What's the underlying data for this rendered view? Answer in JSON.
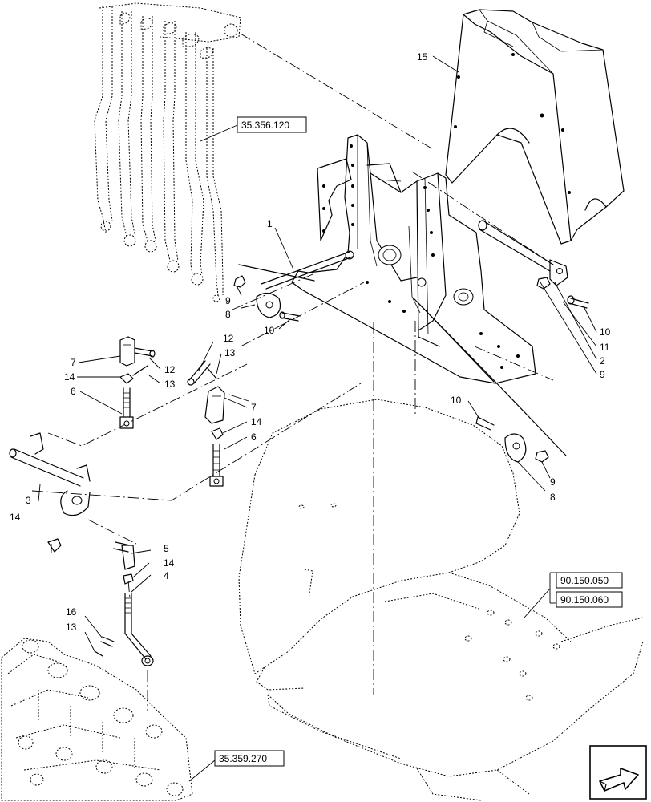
{
  "callouts": {
    "c1": "1",
    "c2": "2",
    "c3": "3",
    "c4": "4",
    "c5": "5",
    "c6a": "6",
    "c6b": "6",
    "c7a": "7",
    "c7b": "7",
    "c8a": "8",
    "c8b": "8",
    "c9a": "9",
    "c9b": "9",
    "c9c": "9",
    "c10a": "10",
    "c10b": "10",
    "c10c": "10",
    "c11": "11",
    "c12a": "12",
    "c12b": "12",
    "c13a": "13",
    "c13b": "13",
    "c13c": "13",
    "c14a": "14",
    "c14b": "14",
    "c14c": "14",
    "c14d": "14",
    "c15": "15",
    "c16": "16"
  },
  "references": {
    "ref_top": "35.356.120",
    "ref_right_1": "90.150.050",
    "ref_right_2": "90.150.060",
    "ref_bottom": "35.359.270"
  },
  "icons": {
    "nav": "next-page-arrow-icon"
  }
}
